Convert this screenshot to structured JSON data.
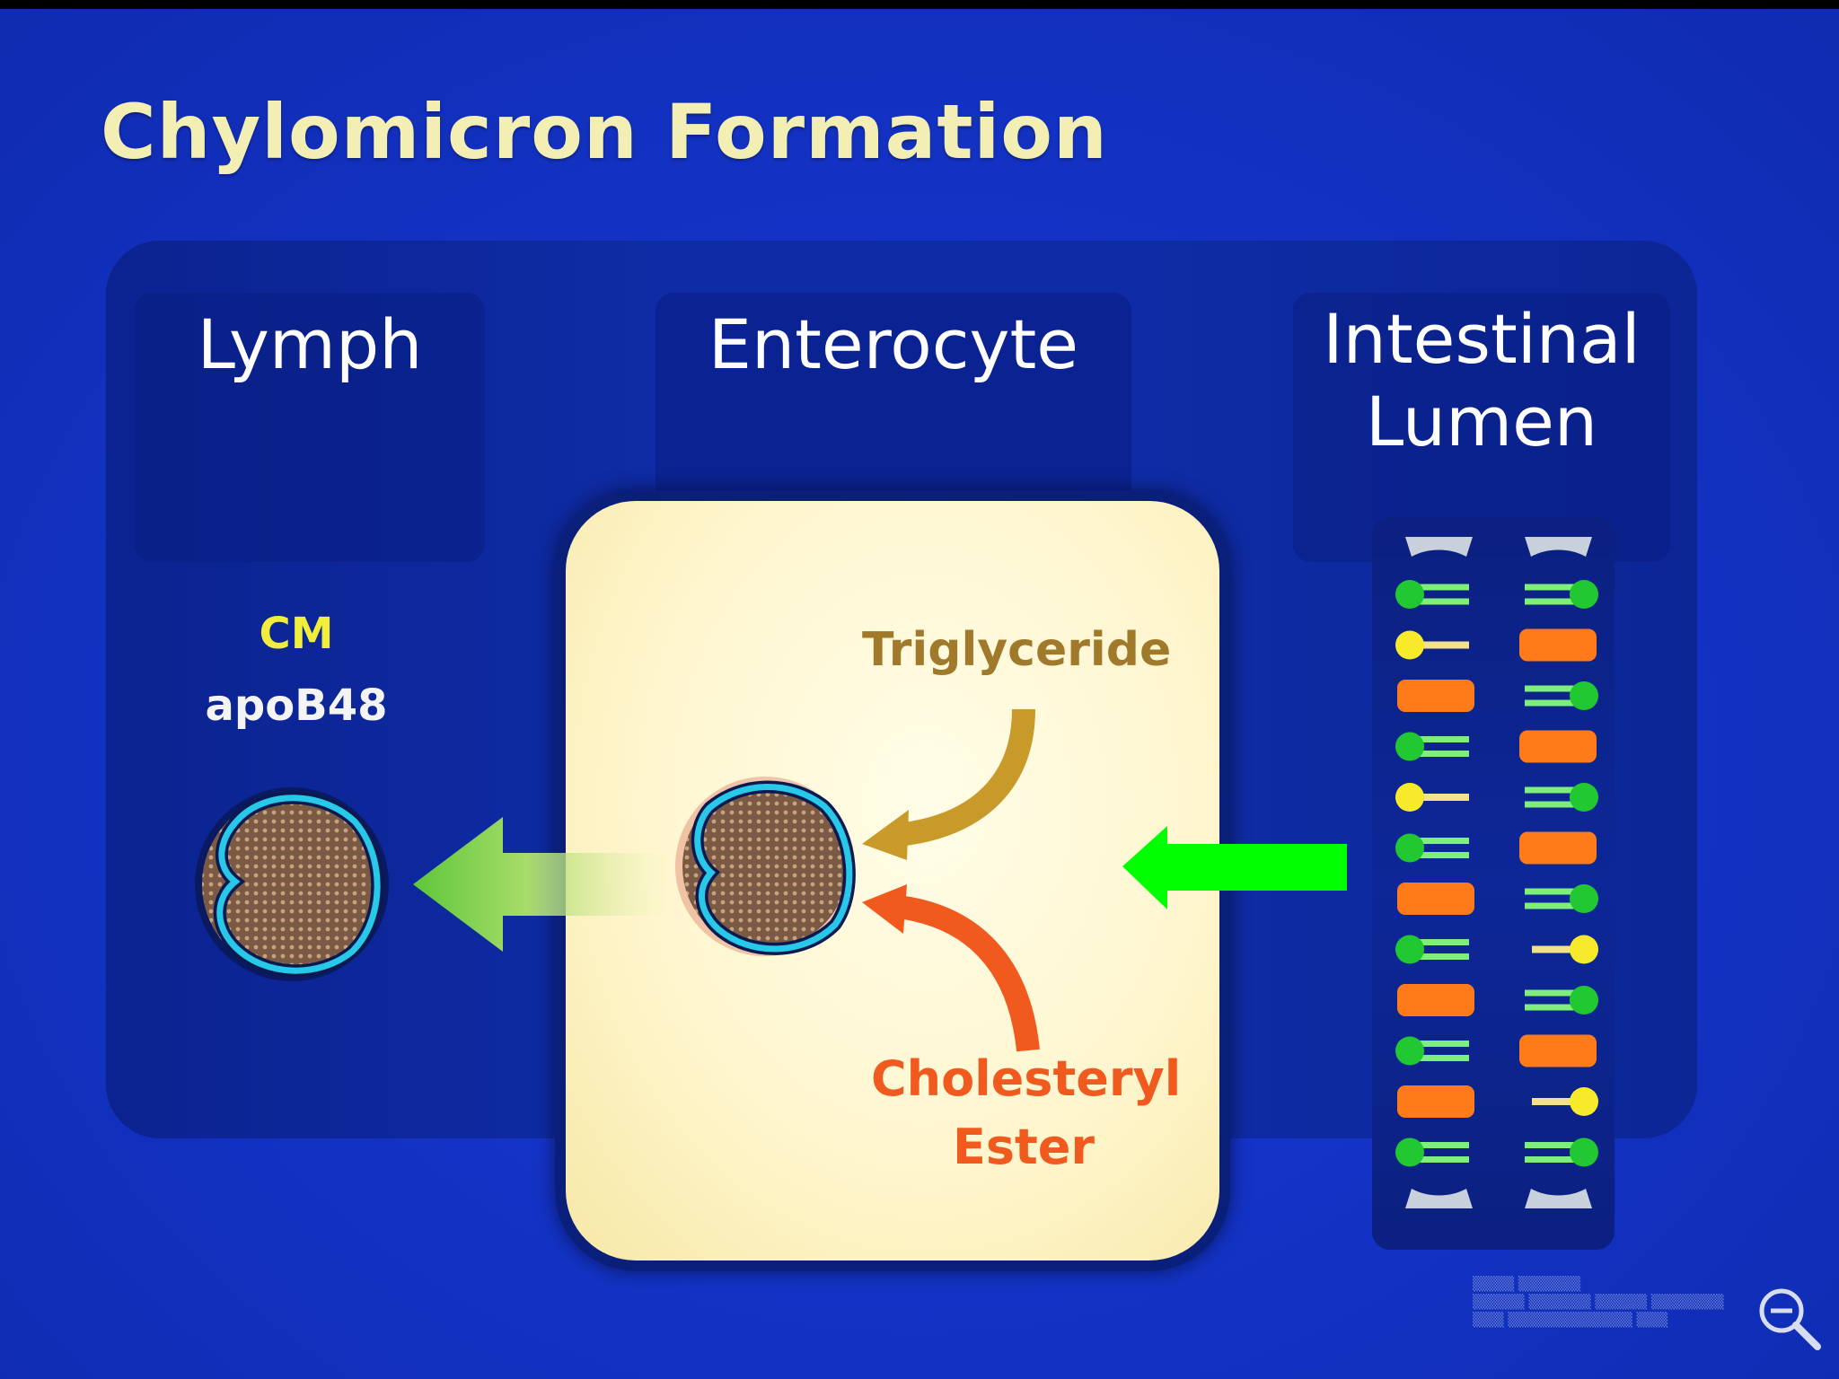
{
  "title": "Chylomicron Formation",
  "columns": {
    "lymph": "Lymph",
    "enterocyte": "Enterocyte",
    "lumen_line1": "Intestinal",
    "lumen_line2": "Lumen"
  },
  "labels": {
    "cm": "CM",
    "apo": "apoB48",
    "triglyceride": "Triglyceride",
    "cholesteryl": "Cholesteryl",
    "ester": "Ester"
  },
  "colors": {
    "title": "#f3efb4",
    "cm_label": "#f0ee3a",
    "triglyceride": "#a07a2a",
    "cholesteryl": "#f05a1e",
    "green_arrow": "#00ff00",
    "membrane": "#28c8e8"
  },
  "icons": {
    "zoom": "zoom-out-magnifier-icon"
  }
}
